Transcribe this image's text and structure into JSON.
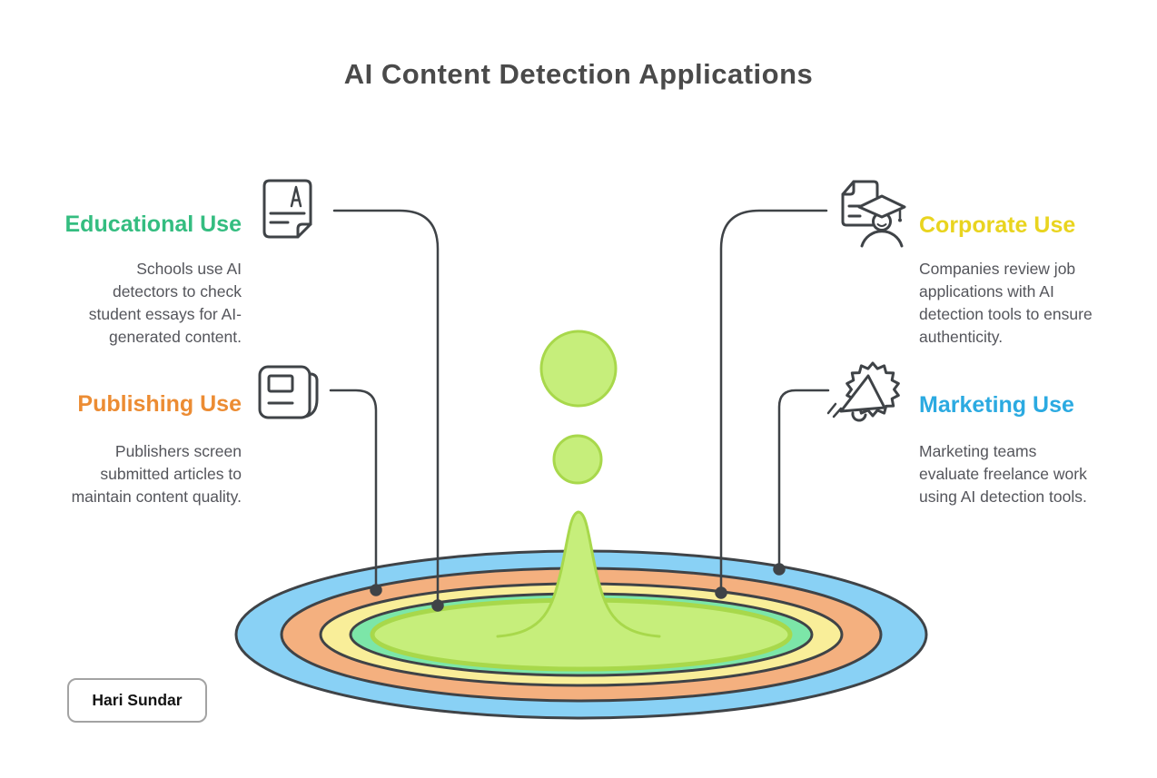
{
  "title": "AI Content Detection Applications",
  "attribution": "Hari Sundar",
  "colors": {
    "title_text": "#4a4a4a",
    "body_text": "#54555b",
    "outline": "#3f4347",
    "educational_accent": "#34bd80",
    "publishing_accent": "#ec8c33",
    "corporate_accent": "#e9d41f",
    "marketing_accent": "#2baae1",
    "ripple_blue": "#89d1f5",
    "ripple_orange": "#f4b07f",
    "ripple_yellow": "#f9ee99",
    "ripple_teal": "#7ce6a8",
    "splash_lime": "#c6ee7b",
    "splash_lime_border": "#a8d84b"
  },
  "sections": [
    {
      "id": "educational",
      "heading": "Educational Use",
      "accent": "#34bd80",
      "icon": "document-a-icon",
      "body_lines": [
        "Schools use AI",
        "detectors to check",
        "student essays for AI-",
        "generated content."
      ]
    },
    {
      "id": "publishing",
      "heading": "Publishing Use",
      "accent": "#ec8c33",
      "icon": "newspaper-icon",
      "body_lines": [
        "Publishers screen",
        "submitted articles to",
        "maintain content quality."
      ]
    },
    {
      "id": "corporate",
      "heading": "Corporate Use",
      "accent": "#e9d41f",
      "icon": "graduate-document-icon",
      "body_lines": [
        "Companies review job",
        "applications with AI",
        "detection tools to ensure",
        "authenticity."
      ]
    },
    {
      "id": "marketing",
      "heading": "Marketing Use",
      "accent": "#2baae1",
      "icon": "megaphone-badge-icon",
      "body_lines": [
        "Marketing teams",
        "evaluate freelance work",
        "using AI detection tools."
      ]
    }
  ]
}
